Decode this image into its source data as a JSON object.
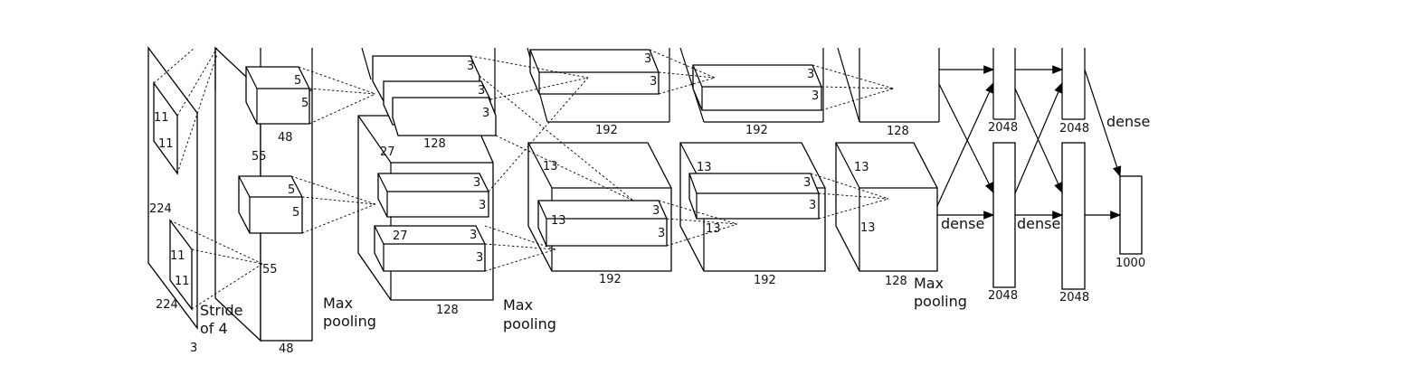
{
  "architecture": {
    "input_size": "224",
    "input_size_side": "224",
    "input_channels": "3",
    "conv1_kernel": "11",
    "conv1_kernel_2": "11",
    "conv1_kernel_b": "11",
    "conv1_kernel_b2": "11",
    "stride_line1": "Stride",
    "stride_line2": "of 4",
    "conv1_size": "55",
    "conv1_size_b": "55",
    "conv1_depth_top": "48",
    "conv1_depth_bottom": "48",
    "conv2_kernel": "5",
    "conv2_kernel_2": "5",
    "conv2_kernel_b": "5",
    "conv2_kernel_b2": "5",
    "maxpool_1_line1": "Max",
    "maxpool_1_line2": "pooling",
    "conv2_size": "27",
    "conv2_size_b": "27",
    "conv2_depth_top": "128",
    "conv2_depth_bottom": "128",
    "k3": "3",
    "maxpool_2_line1": "Max",
    "maxpool_2_line2": "pooling",
    "conv3_size": "13",
    "conv3_depth_top": "192",
    "conv3_depth_bottom": "192",
    "conv4_depth_top": "192",
    "conv4_depth_bottom": "192",
    "conv5_depth_top": "128",
    "conv5_depth_bottom": "128",
    "maxpool_3_line1": "Max",
    "maxpool_3_line2": "pooling",
    "dense_label": "dense",
    "fc1": "2048",
    "fc2": "2048",
    "output": "1000"
  }
}
